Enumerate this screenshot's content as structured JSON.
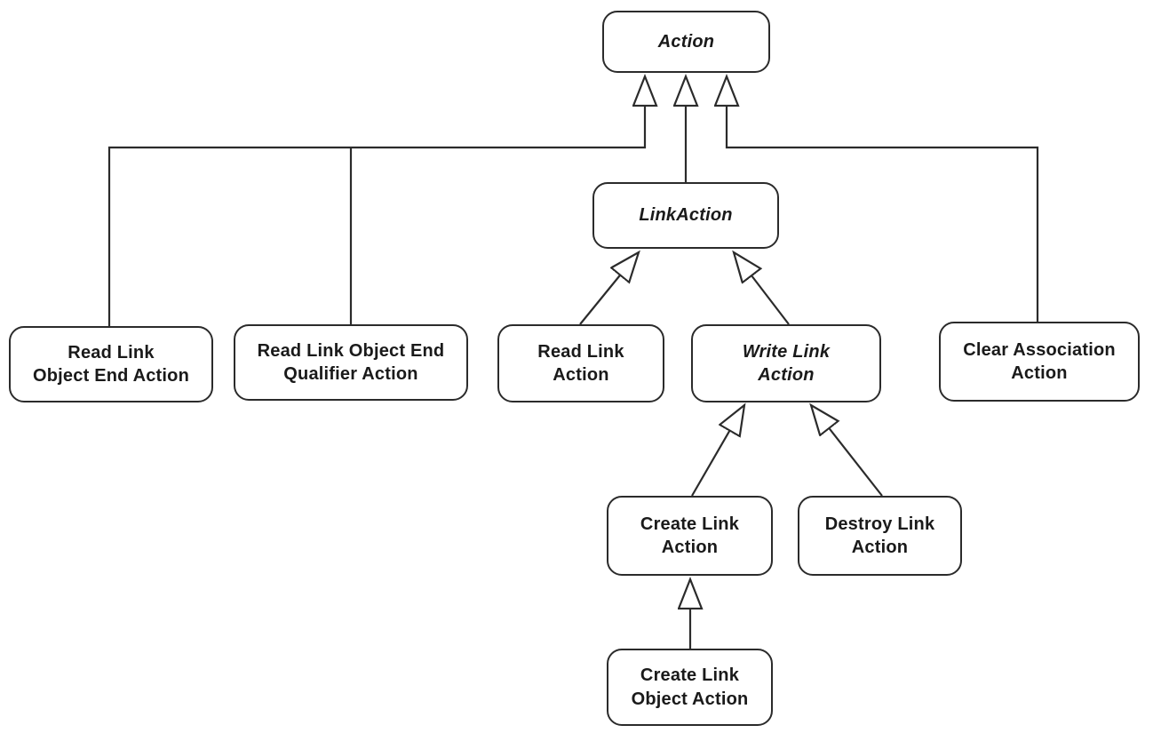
{
  "diagram": {
    "type": "uml-class-inheritance",
    "colors": {
      "stroke": "#2b2b2b",
      "node_fill": "#ffffff",
      "text": "#1a1a1a",
      "background": "#ffffff"
    },
    "nodes": {
      "action": {
        "label": "Action",
        "abstract": true
      },
      "link_action": {
        "label": "LinkAction",
        "abstract": true
      },
      "read_link_object_end_action": {
        "label": "Read Link\nObject End Action",
        "abstract": false
      },
      "read_link_object_end_qualifier_action": {
        "label": "Read Link Object End\nQualifier Action",
        "abstract": false
      },
      "read_link_action": {
        "label": "Read Link\nAction",
        "abstract": false
      },
      "write_link_action": {
        "label": "Write Link\nAction",
        "abstract": true
      },
      "clear_association_action": {
        "label": "Clear Association\nAction",
        "abstract": false
      },
      "create_link_action": {
        "label": "Create Link\nAction",
        "abstract": false
      },
      "destroy_link_action": {
        "label": "Destroy Link\nAction",
        "abstract": false
      },
      "create_link_object_action": {
        "label": "Create Link\nObject Action",
        "abstract": false
      }
    },
    "edges": [
      {
        "child": "read_link_object_end_action",
        "parent": "action",
        "kind": "generalization"
      },
      {
        "child": "read_link_object_end_qualifier_action",
        "parent": "action",
        "kind": "generalization"
      },
      {
        "child": "link_action",
        "parent": "action",
        "kind": "generalization"
      },
      {
        "child": "clear_association_action",
        "parent": "action",
        "kind": "generalization"
      },
      {
        "child": "read_link_action",
        "parent": "link_action",
        "kind": "generalization"
      },
      {
        "child": "write_link_action",
        "parent": "link_action",
        "kind": "generalization"
      },
      {
        "child": "create_link_action",
        "parent": "write_link_action",
        "kind": "generalization"
      },
      {
        "child": "destroy_link_action",
        "parent": "write_link_action",
        "kind": "generalization"
      },
      {
        "child": "create_link_object_action",
        "parent": "create_link_action",
        "kind": "generalization"
      }
    ]
  }
}
